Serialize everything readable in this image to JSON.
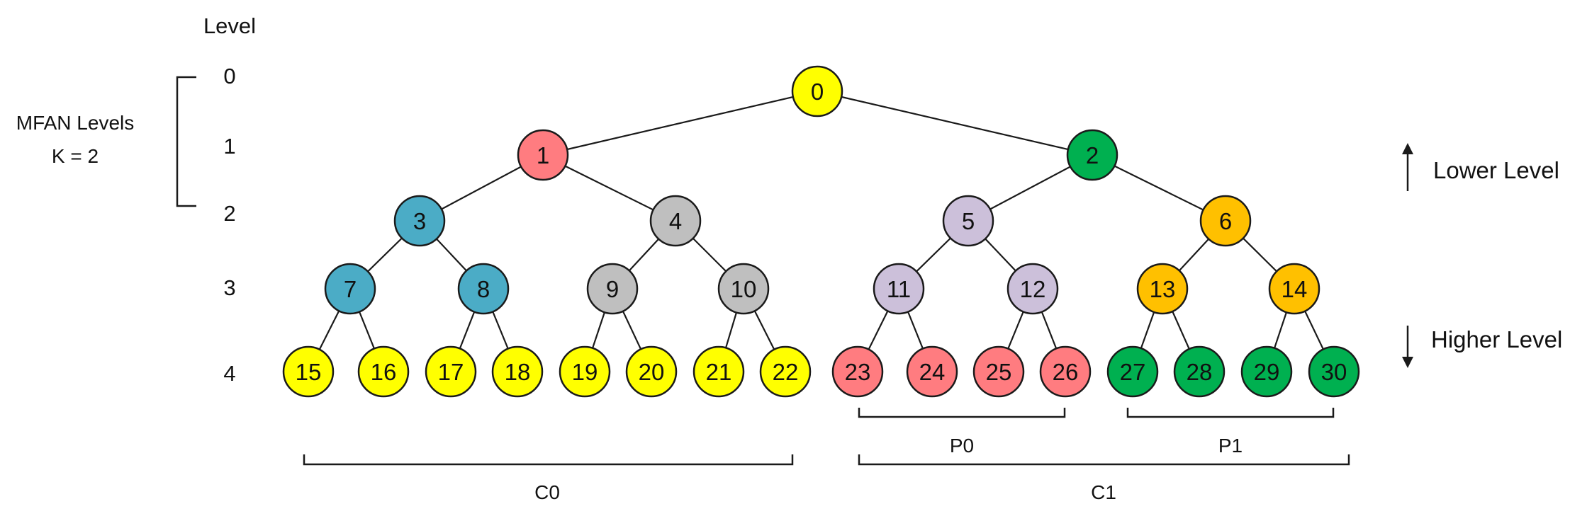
{
  "colors": {
    "yellow": "#FFFF00",
    "red": "#FF7C80",
    "green": "#00B050",
    "blue": "#4BACC6",
    "gray": "#BFBFBF",
    "lavender": "#CCC0DA",
    "orange": "#FFC000",
    "stroke": "#1A1A1A"
  },
  "level_header": "Level",
  "levels": [
    "0",
    "1",
    "2",
    "3",
    "4"
  ],
  "mfan": {
    "line1": "MFAN Levels",
    "line2": "K = 2"
  },
  "arrows": {
    "up_label": "Lower Level",
    "down_label": "Higher Level"
  },
  "nodes": [
    {
      "id": "0",
      "color": "yellow"
    },
    {
      "id": "1",
      "color": "red"
    },
    {
      "id": "2",
      "color": "green"
    },
    {
      "id": "3",
      "color": "blue"
    },
    {
      "id": "4",
      "color": "gray"
    },
    {
      "id": "5",
      "color": "lavender"
    },
    {
      "id": "6",
      "color": "orange"
    },
    {
      "id": "7",
      "color": "blue"
    },
    {
      "id": "8",
      "color": "blue"
    },
    {
      "id": "9",
      "color": "gray"
    },
    {
      "id": "10",
      "color": "gray"
    },
    {
      "id": "11",
      "color": "lavender"
    },
    {
      "id": "12",
      "color": "lavender"
    },
    {
      "id": "13",
      "color": "orange"
    },
    {
      "id": "14",
      "color": "orange"
    },
    {
      "id": "15",
      "color": "yellow"
    },
    {
      "id": "16",
      "color": "yellow"
    },
    {
      "id": "17",
      "color": "yellow"
    },
    {
      "id": "18",
      "color": "yellow"
    },
    {
      "id": "19",
      "color": "yellow"
    },
    {
      "id": "20",
      "color": "yellow"
    },
    {
      "id": "21",
      "color": "yellow"
    },
    {
      "id": "22",
      "color": "yellow"
    },
    {
      "id": "23",
      "color": "red"
    },
    {
      "id": "24",
      "color": "red"
    },
    {
      "id": "25",
      "color": "red"
    },
    {
      "id": "26",
      "color": "red"
    },
    {
      "id": "27",
      "color": "green"
    },
    {
      "id": "28",
      "color": "green"
    },
    {
      "id": "29",
      "color": "green"
    },
    {
      "id": "30",
      "color": "green"
    }
  ],
  "groups": {
    "p0": "P0",
    "p1": "P1",
    "c0": "C0",
    "c1": "C1"
  }
}
